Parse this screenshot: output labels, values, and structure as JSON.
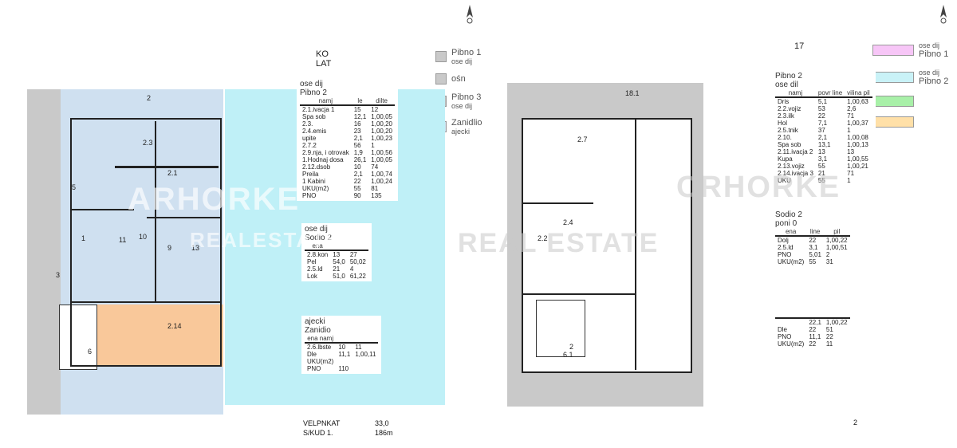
{
  "page": {
    "header_left": "KO",
    "header_left_sub": "LAT",
    "header_right": "17"
  },
  "legend_left": [
    {
      "label": "Pibno 1",
      "sub": "ose dij",
      "color": "#c9c9c9"
    },
    {
      "label": "ośn",
      "sub": "",
      "color": "#c9c9c9"
    },
    {
      "label": "Pibno 3",
      "sub": "ose dij",
      "color": "#bdbdbd"
    },
    {
      "label": "Zanidlio",
      "sub": "ajecki",
      "color": "#cfe0f0"
    }
  ],
  "legend_right": [
    {
      "label": "ose dij",
      "sub": "Pibno 1",
      "color": "#f7c6f7"
    },
    {
      "label": "ose dij",
      "sub": "Pibno 2",
      "color": "#c9f2f7"
    },
    {
      "label": "",
      "sub": "",
      "color": "#a8f0a8"
    },
    {
      "label": "",
      "sub": "",
      "color": "#ffe0a8"
    }
  ],
  "left_table_1": {
    "pre": "ose dij",
    "title": "Pibno 2",
    "columns": [
      "namj",
      "le",
      "dilte"
    ],
    "rows": [
      [
        "2.1.ivacja 1",
        "15",
        "12"
      ],
      [
        "Spa sob",
        "12,1",
        "1,00,05"
      ],
      [
        "2.3.",
        "16",
        "1,00,20"
      ],
      [
        "2.4.emis",
        "23",
        "1,00,20"
      ],
      [
        "upite",
        "2,1",
        "1,00,23"
      ],
      [
        "2.7.2",
        "56",
        "1"
      ],
      [
        "2.9.nja, i otrovak",
        "1,9",
        "1,00,56"
      ],
      [
        "1.Hodnaj dosa",
        "26,1",
        "1,00,05"
      ],
      [
        "2.12.dsob",
        "10",
        "74"
      ],
      [
        "Preila",
        "2,1",
        "1,00,74"
      ],
      [
        "1 Kabini",
        "22",
        "1,00,24"
      ],
      [
        "UKU(m2)",
        "55",
        "81"
      ],
      [
        "PNO",
        "90",
        "135"
      ]
    ]
  },
  "left_table_2": {
    "pre": "ose dij",
    "title": "Sodio 2",
    "columns": [
      "ena",
      "",
      ""
    ],
    "rows": [
      [
        "2.8.kon",
        "13",
        "27"
      ],
      [
        "Pel",
        "54,0",
        "50,02"
      ],
      [
        "2.5.ld",
        "21",
        "4"
      ],
      [
        "Lok",
        "51,0",
        "61,22"
      ]
    ]
  },
  "left_table_3": {
    "pre": "ajecki",
    "title": "Zanidio",
    "columns": [
      "ena namj",
      "",
      ""
    ],
    "rows": [
      [
        "2.6.lbste",
        "10",
        "11"
      ],
      [
        "Dle",
        "11,1",
        "1,00,11"
      ],
      [
        "UKU(m2)",
        "",
        ""
      ],
      [
        "PNO",
        "110",
        ""
      ]
    ]
  },
  "right_table_1": {
    "pre": "Pibno 2",
    "title": "ose dil",
    "columns": [
      "namj",
      "povr line",
      "vilina pil"
    ],
    "rows": [
      [
        "Dris",
        "5,1",
        "1,00,63"
      ],
      [
        "2.2.vojiz",
        "53",
        "2,6"
      ],
      [
        "2.3.ilk",
        "22",
        "71"
      ],
      [
        "Hol",
        "7,1",
        "1,00,37"
      ],
      [
        "2.5.tnik",
        "37",
        "1"
      ],
      [
        "2.10.",
        "2,1",
        "1,00,08"
      ],
      [
        "Spa sob",
        "13,1",
        "1,00,13"
      ],
      [
        "2.11.ivacja 2",
        "13",
        "13"
      ],
      [
        "Kupa",
        "3,1",
        "1,00,55"
      ],
      [
        "2.13.vojiz",
        "55",
        "1,00,21"
      ],
      [
        "2.14.ivacja 3",
        "21",
        "71"
      ],
      [
        "UKU",
        "55",
        "1"
      ]
    ]
  },
  "right_table_2": {
    "pre": "Sodio 2",
    "title": "poni 0",
    "columns": [
      "ena",
      "line",
      "pil"
    ],
    "rows": [
      [
        "Dolj",
        "22",
        "1,00,22"
      ],
      [
        "2.5.ld",
        "3,1",
        "1,00,51"
      ],
      [
        "PNO",
        "5,01",
        "2"
      ],
      [
        "UKU(m2)",
        "55",
        "31"
      ]
    ]
  },
  "right_table_3": {
    "pre": "",
    "title": "",
    "columns": [
      "",
      "",
      ""
    ],
    "rows": [
      [
        "",
        "22,1",
        "1,00,22"
      ],
      [
        "Dle",
        "22",
        "51"
      ],
      [
        "PNO",
        "11,1",
        "22"
      ],
      [
        "UKU(m2)",
        "22",
        "11"
      ]
    ]
  },
  "footer_left": {
    "label1": "VELPNKAT",
    "value1": "33,0",
    "label2": "S/KUD 1.",
    "value2": "186m"
  },
  "footer_right": {
    "label1": "",
    "value1": "2"
  },
  "watermark": {
    "left_line1": "ARHORKE",
    "left_line2": "REALESTATE",
    "right_line1": "CRHORKE",
    "right_line2": "REAL ESTATE"
  },
  "left_plan_rooms": [
    {
      "label": "2"
    },
    {
      "label": "2.3"
    },
    {
      "label": "2.1"
    },
    {
      "label": "5"
    },
    {
      "label": "1"
    },
    {
      "label": "11"
    },
    {
      "label": "10"
    },
    {
      "label": "13"
    },
    {
      "label": "9"
    },
    {
      "label": "3"
    },
    {
      "label": "2.14"
    },
    {
      "label": "6"
    }
  ],
  "right_plan_rooms": [
    {
      "label": "18.1"
    },
    {
      "label": "2.7"
    },
    {
      "label": "2.4"
    },
    {
      "label": "2.2"
    },
    {
      "label": "6.1"
    },
    {
      "label": "2"
    }
  ],
  "colors": {
    "blue": "#cfe0f0",
    "cyan": "#bff0f7",
    "orange": "#f9c89a",
    "gray": "#c9c9c9",
    "dark": "#222222"
  }
}
